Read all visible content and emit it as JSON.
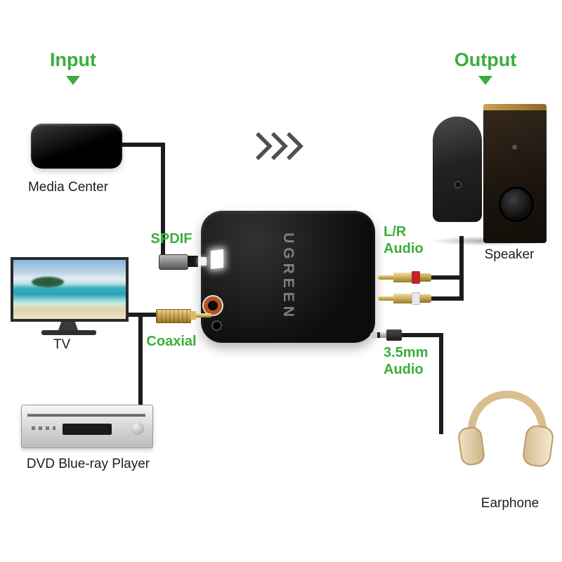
{
  "colors": {
    "green": "#3aae3c",
    "line": "#1c1c1c"
  },
  "header": {
    "input": "Input",
    "output": "Output"
  },
  "devices": {
    "media_center": "Media Center",
    "tv": "TV",
    "dvd_player": "DVD Blue-ray Player",
    "speaker": "Speaker",
    "earphone": "Earphone"
  },
  "converter": {
    "brand": "UGREEN"
  },
  "ports": {
    "spdif": "SPDIF",
    "coaxial": "Coaxial",
    "lr_audio": "L/R\nAudio",
    "audio_35mm": "3.5mm\nAudio"
  }
}
